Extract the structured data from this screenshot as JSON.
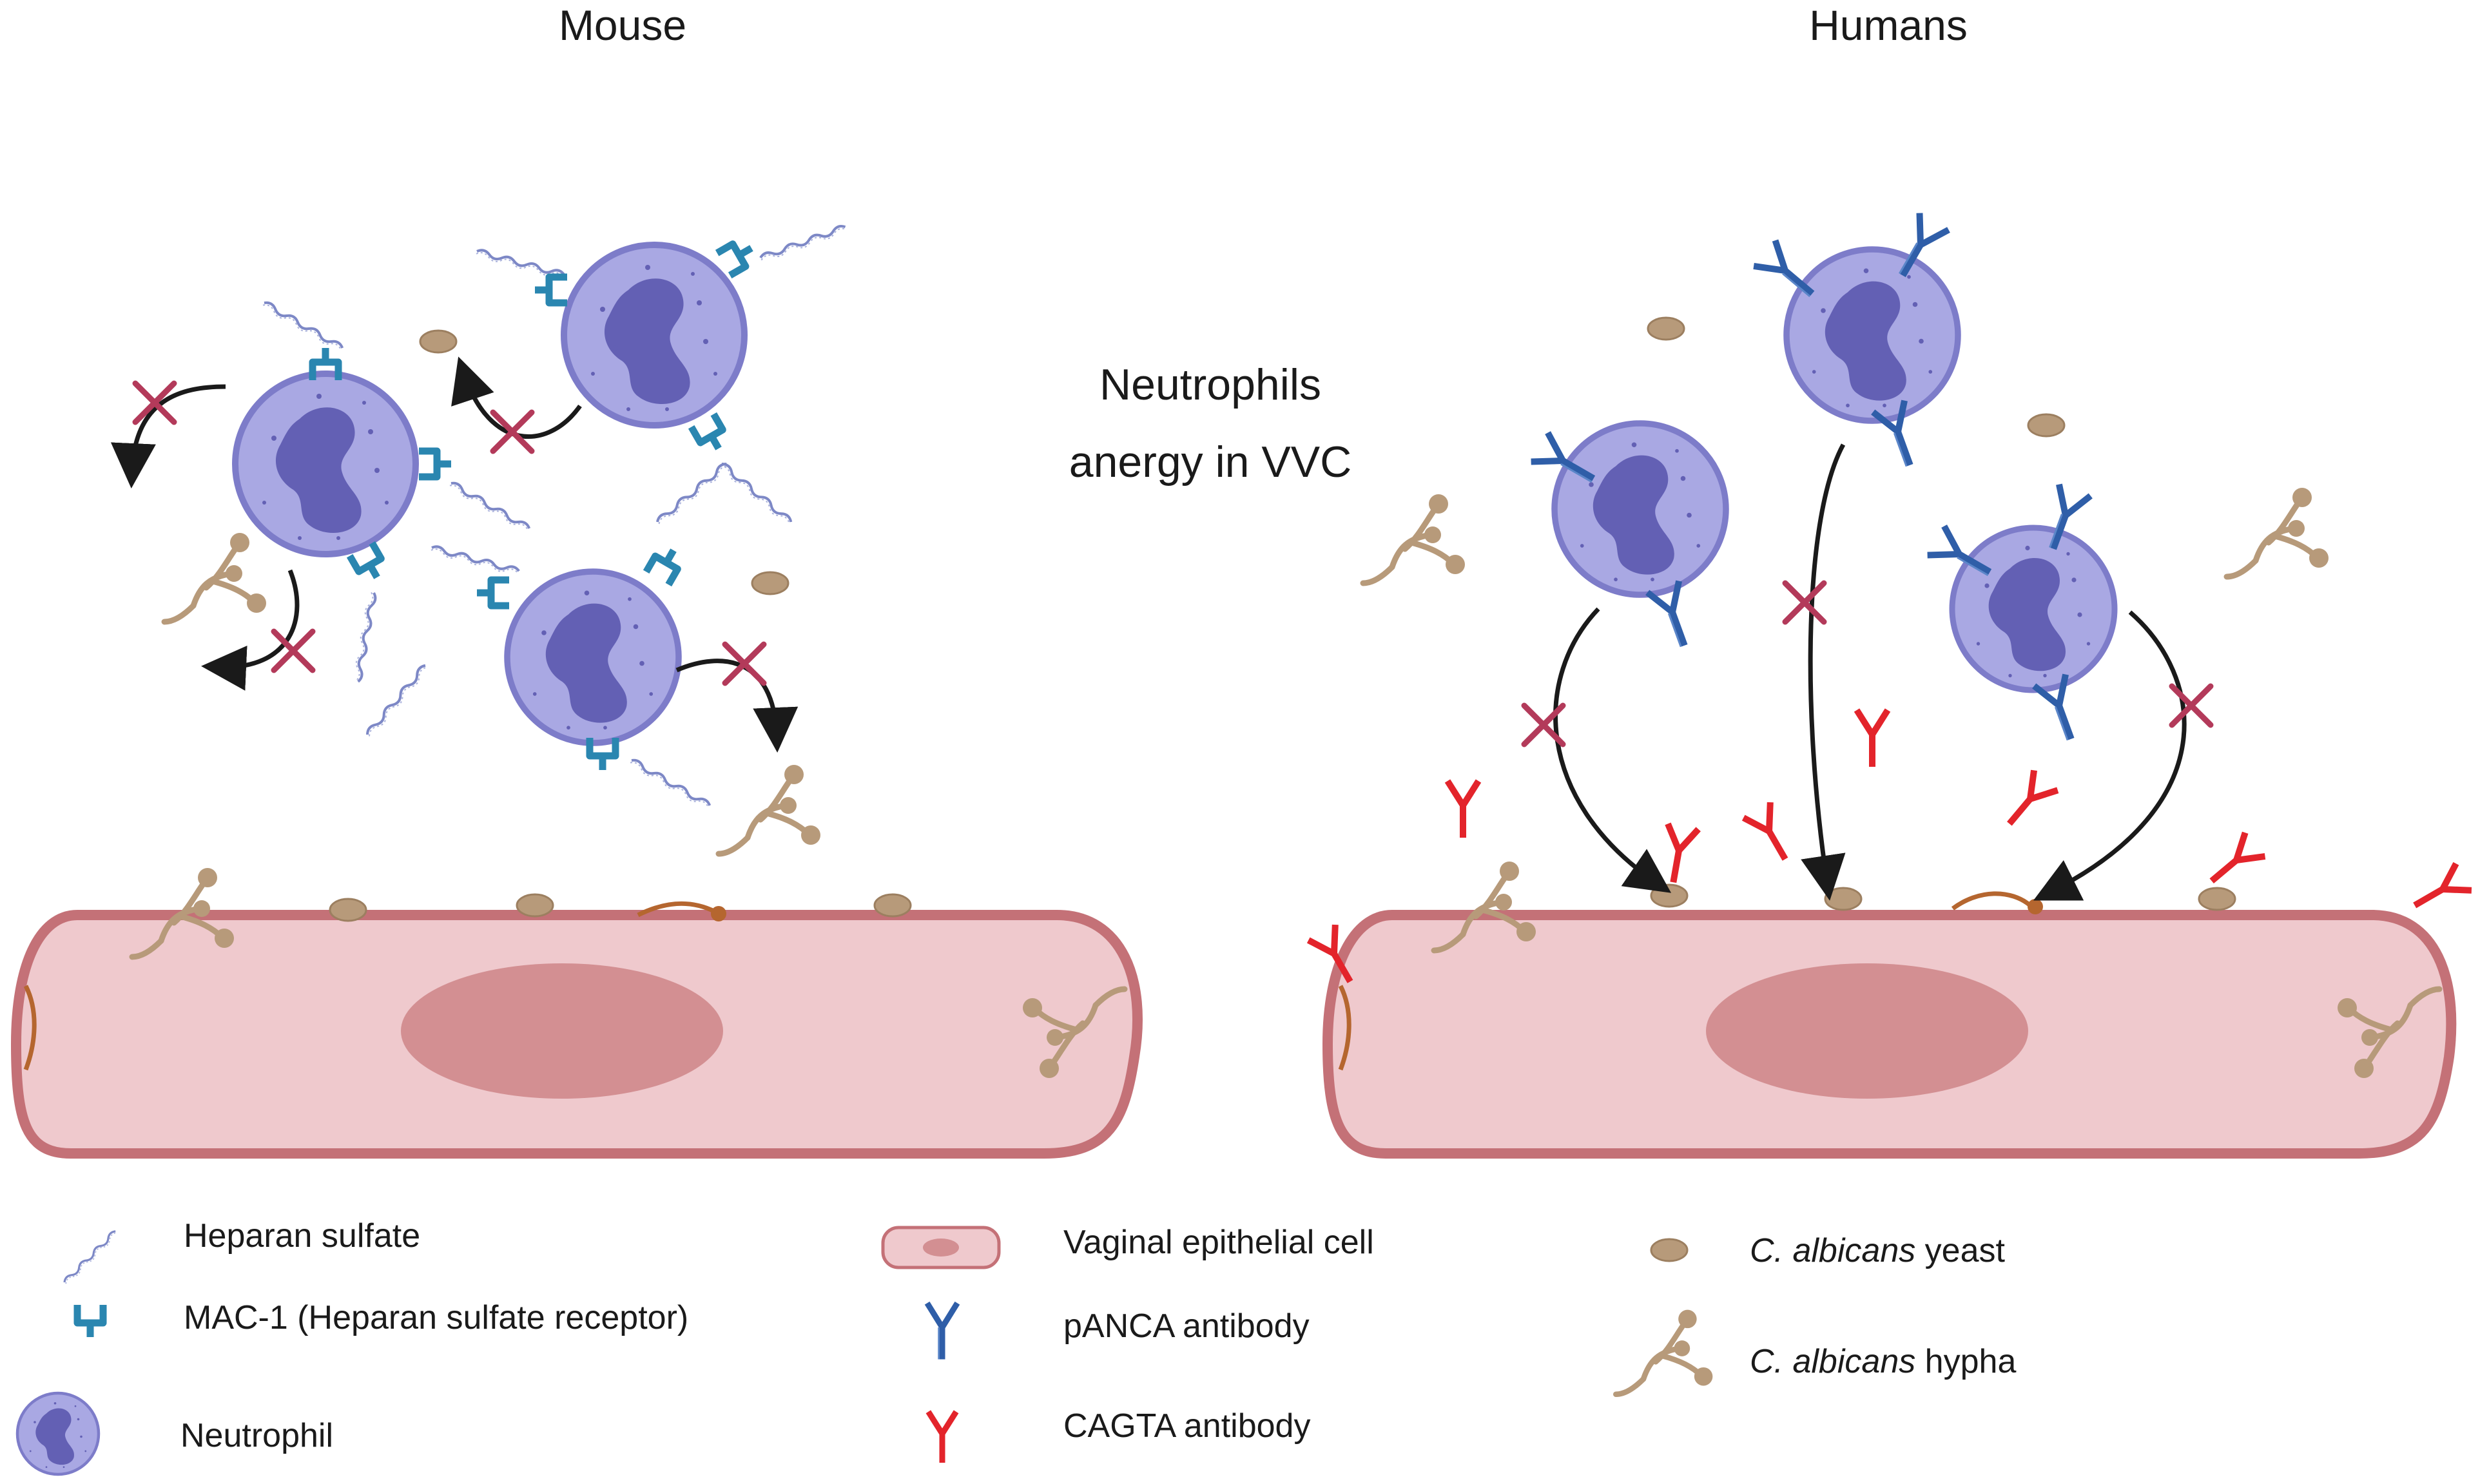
{
  "panels": {
    "mouse_title": "Mouse",
    "humans_title": "Humans"
  },
  "center_label": {
    "line1": "Neutrophils",
    "line2": "anergy in VVC"
  },
  "legend": {
    "heparan": "Heparan sulfate",
    "mac1": "MAC-1 (Heparan sulfate receptor)",
    "neutrophil": "Neutrophil",
    "vaginal_cell": "Vaginal epithelial cell",
    "panca": "pANCA antibody",
    "cagta": "CAGTA antibody",
    "yeast_species": "C. albicans",
    "yeast_suffix": " yeast",
    "hypha_species": "C. albicans",
    "hypha_suffix": " hypha"
  },
  "colors": {
    "neutrophil_fill": "#a9a8e3",
    "neutrophil_stroke": "#7d7cc9",
    "nucleus": "#6360b4",
    "cell_fill": "#efc9cd",
    "cell_stroke": "#c47177",
    "cell_nucleus": "#d38f92",
    "receptor": "#2a86b0",
    "heparan": "#7d88c6",
    "panca": "#2f5ea8",
    "cagta": "#e3242b",
    "candida": "#b79a7a",
    "hypha_orange": "#b5662f",
    "block_x": "#b33a5a",
    "arrow": "#1a1a1a"
  }
}
